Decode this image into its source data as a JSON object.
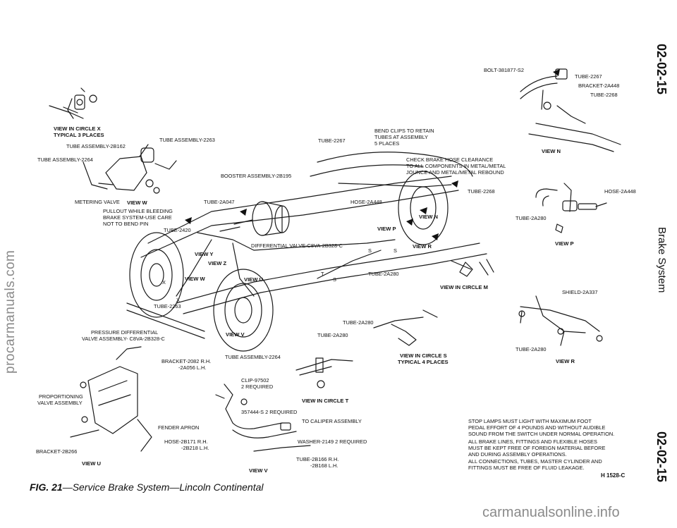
{
  "page_number": "02-02-15",
  "section_title": "Brake System",
  "watermark_left": "procarmanuals.com",
  "watermark_bottom": "carmanualsonline.info",
  "figure": {
    "number": "FIG. 21",
    "title": "—Service Brake System—Lincoln Continental",
    "code": "H 1528-C"
  },
  "labels": {
    "bolt": "BOLT-381877-S2",
    "tube_2267_n": "TUBE-2267",
    "bracket_2a448": "BRACKET-2A448",
    "tube_2268_n": "TUBE-2268",
    "view_circle_x_1": "VIEW IN CIRCLE X",
    "view_circle_x_2": "TYPICAL 3 PLACES",
    "tube_asm_2263_top": "TUBE ASSEMBLY-2263",
    "tube_asm_2b162": "TUBE ASSEMBLY-2B162",
    "tube_asm_2264_top": "TUBE ASSEMBLY-2264",
    "tube_2267_main": "TUBE-2267",
    "bend_clips_1": "BEND CLIPS TO RETAIN",
    "bend_clips_2": "TUBES AT ASSEMBLY",
    "bend_clips_3": "5 PLACES",
    "check_hose_1": "CHECK BRAKE HOSE CLEARANCE",
    "check_hose_2": "TO ALL COMPONENTS IN METAL/METAL",
    "check_hose_3": "JOUNCE AND METAL/METAL REBOUND",
    "booster": "BOOSTER ASSEMBLY-2B195",
    "tube_2268_main": "TUBE-2268",
    "hose_2a448_p": "HOSE-2A448",
    "tube_2a280_p": "TUBE-2A280",
    "metering": "METERING VALVE",
    "pullout_1": "PULLOUT WHILE BLEEDING",
    "pullout_2": "BRAKE SYSTEM-USE CARE",
    "pullout_3": "NOT TO BEND PIN",
    "tube_2a047": "TUBE-2A047",
    "hose_2a448_main": "HOSE-2A448",
    "tube_2420": "TUBE-2420",
    "diff_valve": "DIFFERENTIAL VALVE-C8VA-2B328-C",
    "tube_2a280_main": "TUBE-2A280",
    "tube_2263_main": "TUBE-2263",
    "shield": "SHIELD-2A337",
    "tube_2a280_r": "TUBE-2A280",
    "tube_2a280_s": "TUBE-2A280",
    "tube_2a280_t": "TUBE-2A280",
    "pressure_diff_1": "PRESSURE DIFFERENTIAL",
    "pressure_diff_2": "VALVE ASSEMBLY- C8VA-2B328-C",
    "tube_asm_2264_v": "TUBE ASSEMBLY-2264",
    "bracket_2082_1": "BRACKET-2082 R.H.",
    "bracket_2082_2": "-2A056 L.H.",
    "clip_1": "CLIP-97502",
    "clip_2": "2 REQUIRED",
    "proportioning_1": "PROPORTIONING",
    "proportioning_2": "VALVE ASSEMBLY",
    "fender_apron": "FENDER APRON",
    "bolt_357444": "357444-S 2 REQUIRED",
    "to_caliper": "TO CALIPER ASSEMBLY",
    "hose_2b171_1": "HOSE-2B171 R.H.",
    "hose_2b171_2": "-2B218 L.H.",
    "washer": "WASHER-2149 2 REQUIRED",
    "bracket_2b266": "BRACKET-2B266",
    "tube_2b166_1": "TUBE-2B166 R.H.",
    "tube_2b166_2": "-2B168 L.H.",
    "callout_s": "S",
    "callout_t": "T",
    "callout_x": "X"
  },
  "views": {
    "n": "VIEW N",
    "p": "VIEW P",
    "r": "VIEW R",
    "m": "VIEW IN CIRCLE M",
    "s_1": "VIEW IN CIRCLE S",
    "s_2": "TYPICAL 4 PLACES",
    "t": "VIEW IN CIRCLE T",
    "u": "VIEW U",
    "v": "VIEW V",
    "w": "VIEW W",
    "y": "VIEW Y",
    "z": "VIEW Z",
    "view_u_main": "VIEW U",
    "view_v_main": "VIEW V",
    "view_w_main": "VIEW W",
    "view_n_main": "VIEW N",
    "view_p_main": "VIEW P",
    "view_r_main": "VIEW R"
  },
  "notes": {
    "n1_1": "STOP LAMPS MUST LIGHT WITH MAXIMUM FOOT",
    "n1_2": "PEDAL EFFORT OF 4 POUNDS AND WITHOUT AUDIBLE",
    "n1_3": "SOUND FROM THE SWITCH UNDER NORMAL OPERATION.",
    "n2_1": "ALL BRAKE LINES, FITTINGS AND FLEXIBLE HOSES",
    "n2_2": "MUST BE KEPT FREE OF FOREIGN MATERIAL BEFORE",
    "n2_3": "AND DURING ASSEMBLY OPERATIONS.",
    "n3_1": "ALL CONNECTIONS, TUBES, MASTER CYLINDER AND",
    "n3_2": "FITTINGS MUST BE FREE OF FLUID LEAKAGE."
  }
}
